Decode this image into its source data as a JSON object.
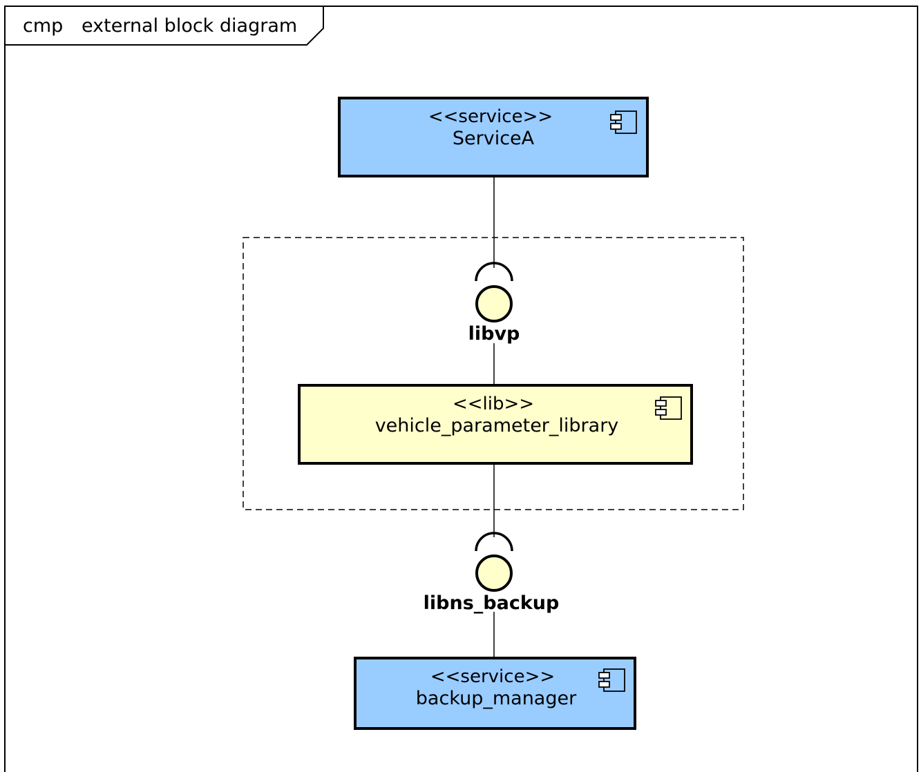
{
  "frame": {
    "kind": "cmp",
    "title": "external block diagram"
  },
  "components": {
    "service_a": {
      "stereotype": "<<service>>",
      "name": "ServiceA",
      "fill": "#99ccff"
    },
    "vehicle_parameter_library": {
      "stereotype": "<<lib>>",
      "name": "vehicle_parameter_library",
      "fill": "#ffffcc"
    },
    "backup_manager": {
      "stereotype": "<<service>>",
      "name": "backup_manager",
      "fill": "#99ccff"
    }
  },
  "interfaces": {
    "libvp": {
      "name": "libvp",
      "fill": "#ffffcc"
    },
    "libns_backup": {
      "name": "libns_backup",
      "fill": "#ffffcc"
    }
  },
  "icons": {
    "component": "component-icon"
  }
}
